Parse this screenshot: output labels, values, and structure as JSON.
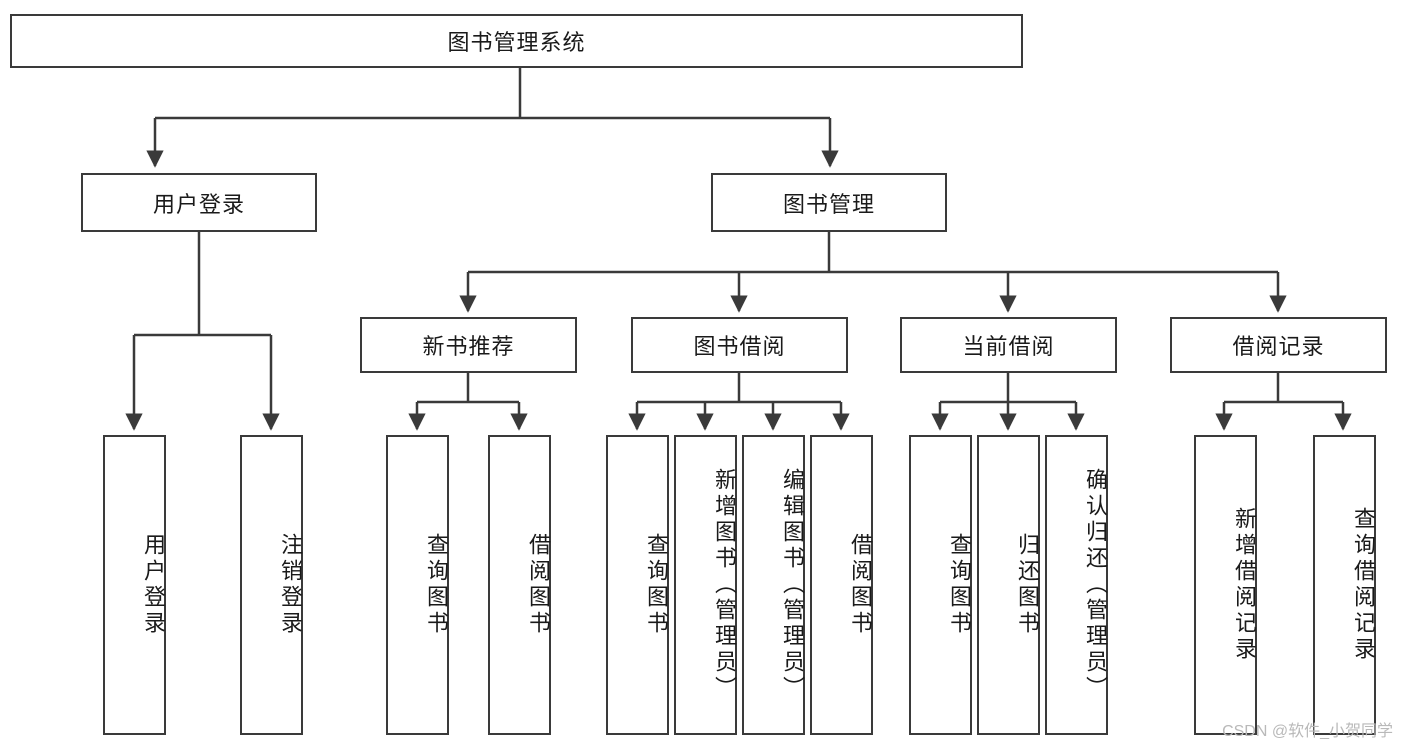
{
  "diagram": {
    "type": "tree",
    "title": "图书管理系统",
    "root": {
      "label": "图书管理系统"
    },
    "level2": [
      {
        "label": "用户登录"
      },
      {
        "label": "图书管理"
      }
    ],
    "level3": [
      {
        "label": "新书推荐"
      },
      {
        "label": "图书借阅"
      },
      {
        "label": "当前借阅"
      },
      {
        "label": "借阅记录"
      }
    ],
    "leaves": {
      "user_login": [
        {
          "label": "用户登录"
        },
        {
          "label": "注销登录"
        }
      ],
      "new_book_recommend": [
        {
          "label": "查询图书"
        },
        {
          "label": "借阅图书"
        }
      ],
      "book_borrow": [
        {
          "label": "查询图书"
        },
        {
          "label": "新增图书（管理员）"
        },
        {
          "label": "编辑图书（管理员）"
        },
        {
          "label": "借阅图书"
        }
      ],
      "current_borrow": [
        {
          "label": "查询图书"
        },
        {
          "label": "归还图书"
        },
        {
          "label": "确认归还（管理员）"
        }
      ],
      "borrow_record": [
        {
          "label": "新增借阅记录"
        },
        {
          "label": "查询借阅记录"
        }
      ]
    }
  },
  "watermark": {
    "text": "CSDN @软件_小贺同学"
  },
  "colors": {
    "stroke": "#3a3a3a",
    "background": "#ffffff",
    "text": "#1a1a1a",
    "watermark": "#b9b9b9"
  }
}
